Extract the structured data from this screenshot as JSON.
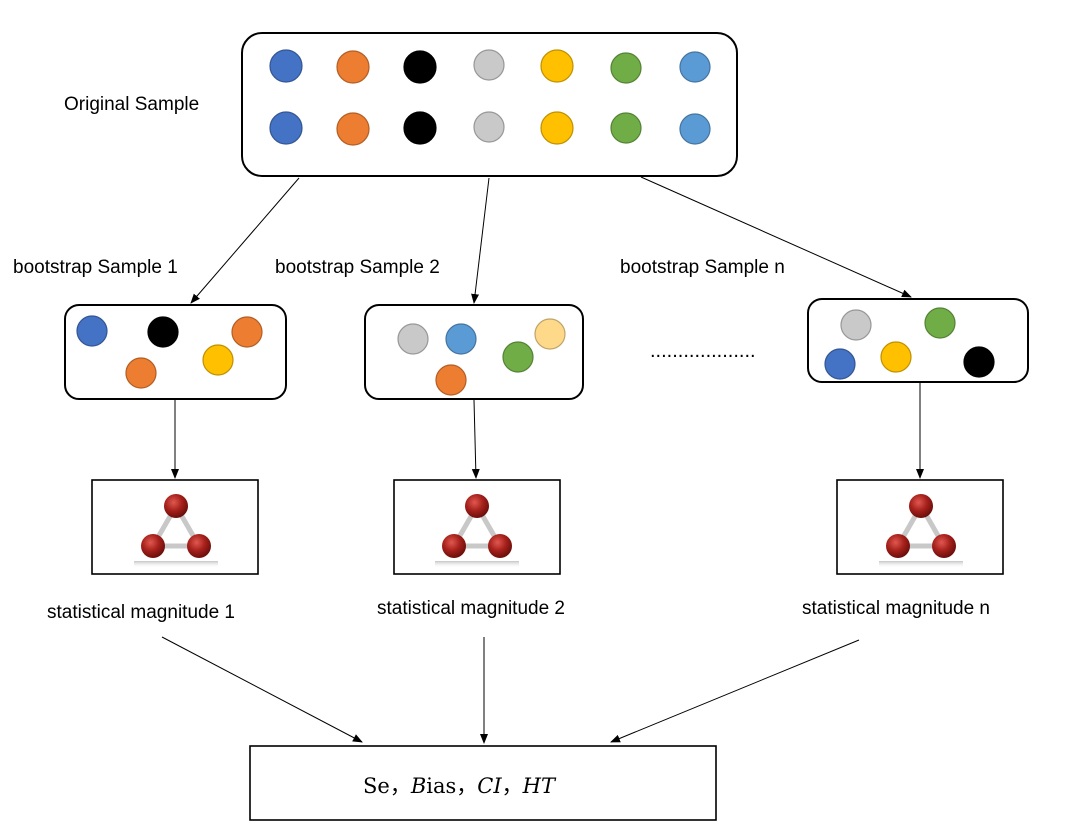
{
  "labels": {
    "original": "Original Sample",
    "bootstrap": [
      "bootstrap Sample 1",
      "bootstrap Sample 2",
      "bootstrap Sample n"
    ],
    "ellipsis": "...................",
    "statistic": [
      "statistical magnitude 1",
      "statistical magnitude 2",
      "statistical magnitude n"
    ]
  },
  "result": {
    "se": "Se",
    "sep1": "，",
    "bias_b": "B",
    "bias_rest": "ias",
    "sep2": "，",
    "ci": "CI",
    "sep3": "，",
    "ht": "HT"
  },
  "colors": {
    "blue": "#4472C4",
    "orange": "#ED7D31",
    "black": "#000000",
    "gray": "#C9C9C9",
    "yellow": "#FFC000",
    "green": "#70AD47",
    "light_blue": "#5B9BD5",
    "pale_yellow": "#FFD98A",
    "node_red": "#A5201B"
  },
  "original_rows": [
    [
      "blue",
      "orange",
      "black",
      "gray",
      "yellow",
      "green",
      "light_blue"
    ],
    [
      "blue",
      "orange",
      "black",
      "gray",
      "yellow",
      "green",
      "light_blue"
    ]
  ],
  "bootstrap_samples": [
    [
      "blue",
      "black",
      "orange",
      "orange",
      "yellow"
    ],
    [
      "gray",
      "light_blue",
      "pale_yellow",
      "green",
      "orange"
    ],
    [
      "gray",
      "green",
      "blue",
      "yellow",
      "black"
    ]
  ],
  "icons": [
    "triangle-network-icon",
    "triangle-network-icon",
    "triangle-network-icon"
  ]
}
